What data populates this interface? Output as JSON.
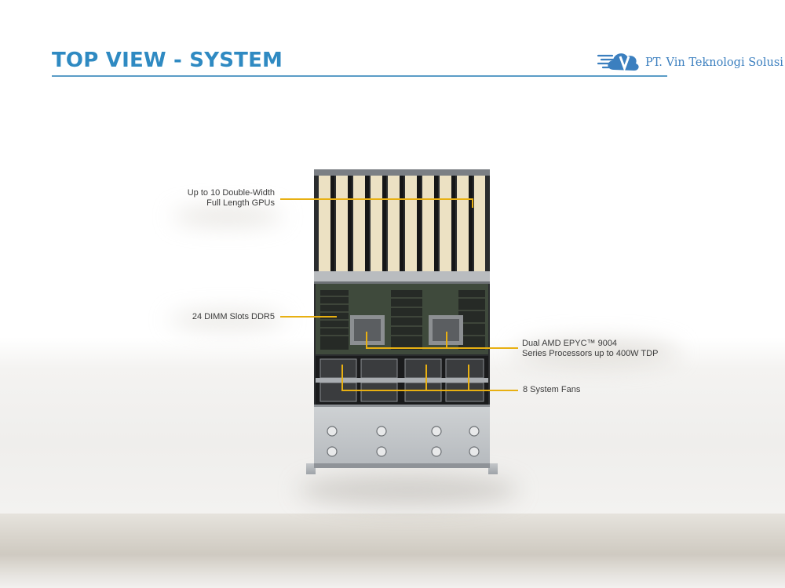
{
  "header": {
    "title": "TOP VIEW - SYSTEM",
    "logo_text": "PT. Vin Teknologi Solusi",
    "logo_icon": "cloud-v-icon"
  },
  "callouts": {
    "gpus": {
      "line1": "Up to 10 Double-Width",
      "line2": "Full Length GPUs"
    },
    "dimm": {
      "line1": "24 DIMM Slots DDR5"
    },
    "cpu": {
      "line1": "Dual AMD EPYC™ 9004",
      "line2": "Series Processors up to 400W TDP"
    },
    "fans": {
      "line1": "8 System Fans"
    }
  },
  "colors": {
    "title": "#2f8ac2",
    "callout_line": "#e8b012",
    "logo": "#3b7fbf"
  }
}
